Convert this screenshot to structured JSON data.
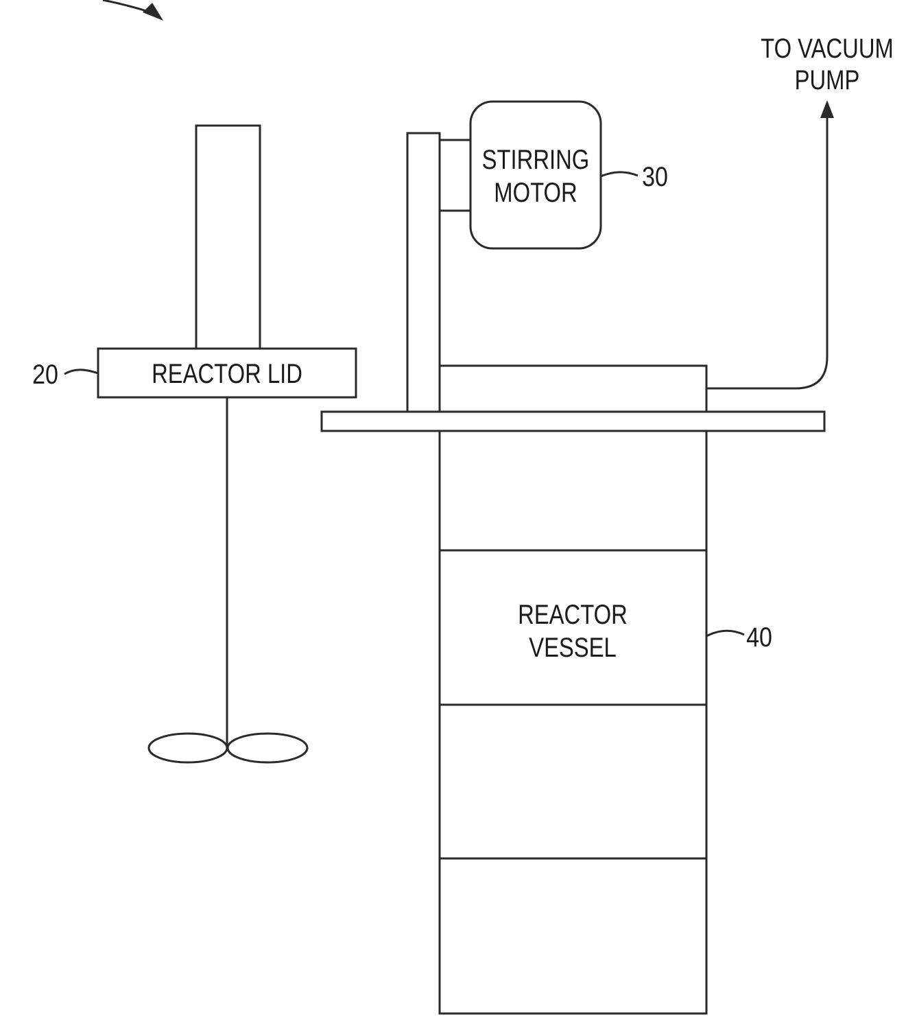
{
  "labels": {
    "vacuum_line1": "TO VACUUM",
    "vacuum_line2": "PUMP",
    "motor_line1": "STIRRING",
    "motor_line2": "MOTOR",
    "lid": "REACTOR LID",
    "vessel_line1": "REACTOR",
    "vessel_line2": "VESSEL"
  },
  "reference_numerals": {
    "lid": "20",
    "motor": "30",
    "vessel": "40"
  },
  "colors": {
    "line": "#2a2a2a",
    "text": "#1a1a1a",
    "background": "#ffffff"
  }
}
